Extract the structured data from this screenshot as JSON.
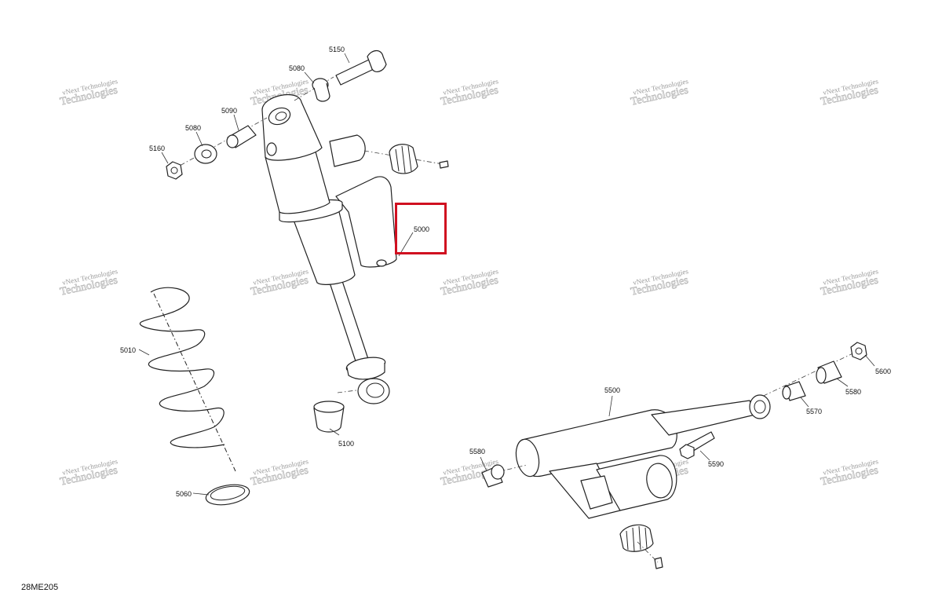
{
  "diagram": {
    "drawing_code": "28ME205",
    "highlight_color": "#d01020",
    "callouts": {
      "c5150": "5150",
      "c5080a": "5080",
      "c5090": "5090",
      "c5080b": "5080",
      "c5160": "5160",
      "c5000": "5000",
      "c5010": "5010",
      "c5100": "5100",
      "c5060": "5060",
      "c5500": "5500",
      "c5580a": "5580",
      "c5590": "5590",
      "c5570": "5570",
      "c5580b": "5580",
      "c5600": "5600"
    },
    "watermark": {
      "line1": "vNext Technologies",
      "line2": "Technologies"
    }
  }
}
